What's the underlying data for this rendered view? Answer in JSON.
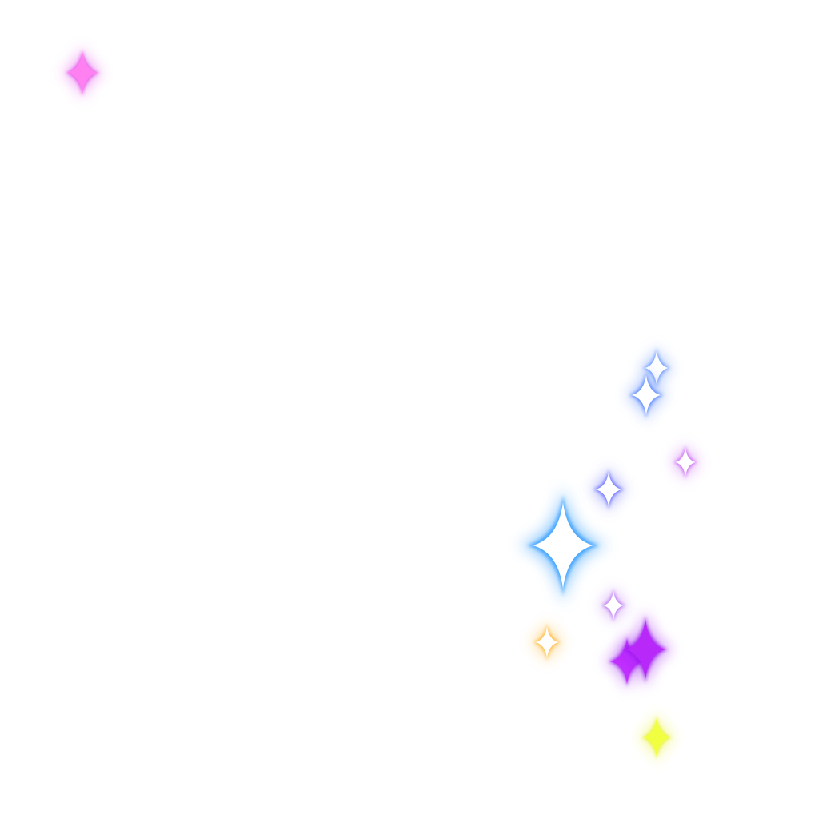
{
  "scene": {
    "background": "#ffffff",
    "sparkles": [
      {
        "name": "sparkle-pink-top-left",
        "core": "#ff80f0",
        "glow": "#e040e8",
        "solid": true
      },
      {
        "name": "sparkle-blue-upper",
        "core": "#ffffff",
        "glow": "#5a8cff",
        "solid": false
      },
      {
        "name": "sparkle-blue-lower",
        "core": "#ffffff",
        "glow": "#4a7cff",
        "solid": false
      },
      {
        "name": "sparkle-violet-small",
        "core": "#ffffff",
        "glow": "#c050f0",
        "solid": false
      },
      {
        "name": "sparkle-indigo-small",
        "core": "#ffffff",
        "glow": "#5a60ff",
        "solid": false
      },
      {
        "name": "sparkle-cyan-large",
        "core": "#ffffff",
        "glow": "#3aa0ff",
        "solid": false
      },
      {
        "name": "sparkle-lavender-small",
        "core": "#ffffff",
        "glow": "#b060f0",
        "solid": false
      },
      {
        "name": "sparkle-gold-small",
        "core": "#ffffff",
        "glow": "#ffb020",
        "solid": false
      },
      {
        "name": "sparkle-magenta-left",
        "core": "#c030ff",
        "glow": "#a020f0",
        "solid": true
      },
      {
        "name": "sparkle-magenta-right",
        "core": "#b828f8",
        "glow": "#9a18ee",
        "solid": true
      },
      {
        "name": "sparkle-yellow-bottom",
        "core": "#f0ff40",
        "glow": "#e8f020",
        "solid": true
      }
    ]
  }
}
